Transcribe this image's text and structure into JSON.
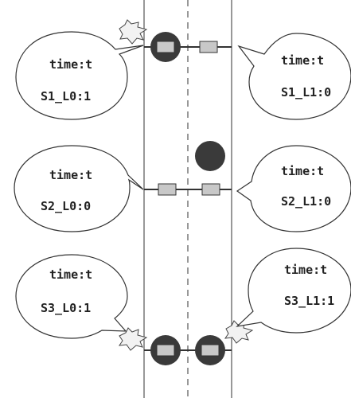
{
  "scenes": [
    {
      "left": {
        "time": "time:t",
        "state": "S1_L0:1"
      },
      "right": {
        "time": "time:t",
        "state": "S1_L1:0"
      }
    },
    {
      "left": {
        "time": "time:t",
        "state": "S2_L0:0"
      },
      "right": {
        "time": "time:t",
        "state": "S2_L1:0"
      }
    },
    {
      "left": {
        "time": "time:t",
        "state": "S3_L0:1"
      },
      "right": {
        "time": "time:t",
        "state": "S3_L1:1"
      }
    }
  ],
  "colors": {
    "line": "#555555",
    "node_fill": "#3a3a3a",
    "sensor_fill": "#c8c8c8",
    "bubble_stroke": "#333333"
  }
}
